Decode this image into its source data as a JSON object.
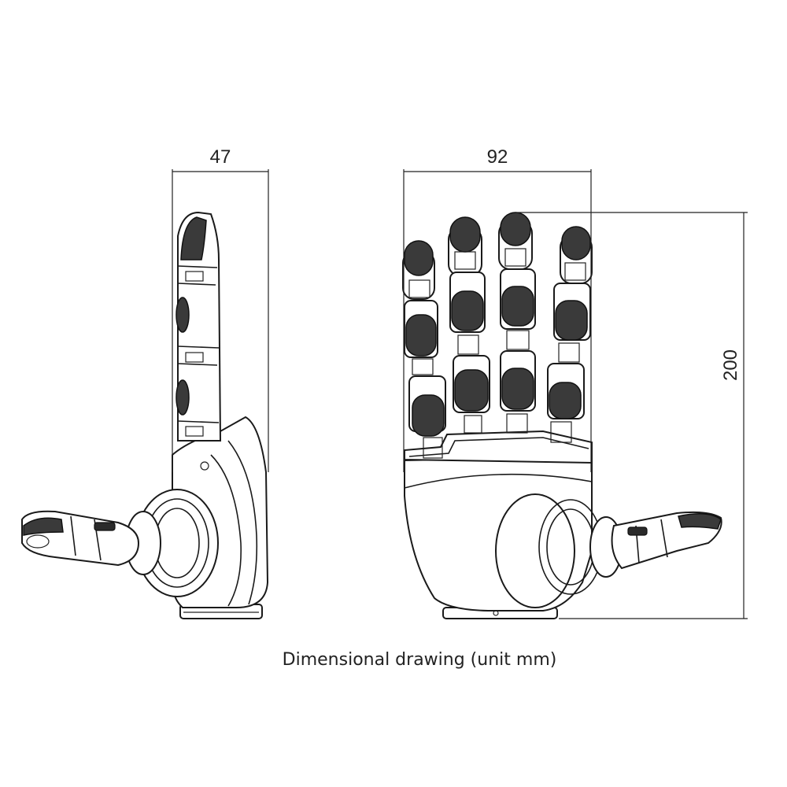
{
  "dimensions": {
    "side_width": "47",
    "front_width": "92",
    "height": "200"
  },
  "caption": "Dimensional drawing (unit mm)"
}
